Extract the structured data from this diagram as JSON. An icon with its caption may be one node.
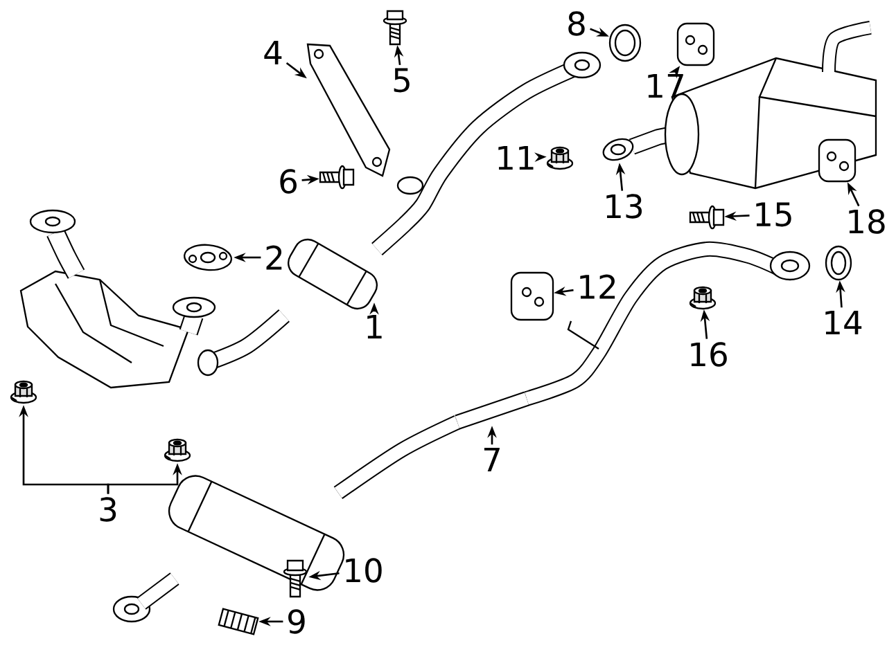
{
  "diagram": {
    "nodes": [
      {
        "text": [
          "1"
        ]
      },
      {
        "text": [
          "2"
        ]
      },
      {
        "text": [
          "3"
        ]
      },
      {
        "text": [
          "4"
        ]
      },
      {
        "text": [
          "5"
        ]
      },
      {
        "text": [
          "6"
        ]
      },
      {
        "text": [
          "7"
        ]
      },
      {
        "text": [
          "8"
        ]
      },
      {
        "text": [
          "9"
        ]
      },
      {
        "text": [
          "10"
        ]
      },
      {
        "text": [
          "11"
        ]
      },
      {
        "text": [
          "12"
        ]
      },
      {
        "text": [
          "13"
        ]
      },
      {
        "text": [
          "14"
        ]
      },
      {
        "text": [
          "15"
        ]
      },
      {
        "text": [
          "16"
        ]
      },
      {
        "text": [
          "17"
        ]
      },
      {
        "text": [
          "18"
        ]
      },
      {
        "text": [],
        "shape": "picture"
      },
      {
        "text": [],
        "shape": "picture"
      },
      {
        "text": [],
        "shape": "picture"
      },
      {
        "text": [],
        "shape": "picture"
      },
      {
        "text": [],
        "shape": "picture"
      },
      {
        "text": [],
        "shape": "picture"
      },
      {
        "text": [],
        "shape": "picture"
      },
      {
        "text": [],
        "shape": "picture"
      },
      {
        "text": [],
        "shape": "picture"
      },
      {
        "text": [],
        "shape": "picture"
      },
      {
        "text": [],
        "shape": "picture"
      },
      {
        "text": [],
        "shape": "picture"
      },
      {
        "text": [],
        "shape": "picture"
      },
      {
        "text": [],
        "shape": "picture"
      },
      {
        "text": [],
        "shape": "picture"
      },
      {
        "text": [],
        "shape": "picture"
      },
      {
        "text": [],
        "shape": "picture"
      },
      {
        "text": [],
        "shape": "picture"
      },
      {
        "text": [],
        "shape": "picture"
      }
    ],
    "edges": [
      {
        "from": 0,
        "to": 18,
        "arrow": "to"
      },
      {
        "from": 1,
        "to": 19,
        "arrow": "to"
      },
      {
        "from": 2,
        "to": 20,
        "arrow": "to"
      },
      {
        "from": 2,
        "to": 21,
        "arrow": "to"
      },
      {
        "from": 3,
        "to": 22,
        "arrow": "to"
      },
      {
        "from": 4,
        "to": 23,
        "arrow": "to"
      },
      {
        "from": 5,
        "to": 24,
        "arrow": "to"
      },
      {
        "from": 6,
        "to": 25,
        "arrow": "to"
      },
      {
        "from": 7,
        "to": 26,
        "arrow": "to"
      },
      {
        "from": 8,
        "to": 27,
        "arrow": "to"
      },
      {
        "from": 9,
        "to": 28,
        "arrow": "to"
      },
      {
        "from": 10,
        "to": 29,
        "arrow": "to"
      },
      {
        "from": 11,
        "to": 30,
        "arrow": "to"
      },
      {
        "from": 12,
        "to": 31,
        "arrow": "to"
      },
      {
        "from": 13,
        "to": 32,
        "arrow": "to"
      },
      {
        "from": 14,
        "to": 33,
        "arrow": "to"
      },
      {
        "from": 15,
        "to": 34,
        "arrow": "to"
      },
      {
        "from": 16,
        "to": 35,
        "arrow": "to"
      },
      {
        "from": 17,
        "to": 36,
        "arrow": "to"
      }
    ]
  }
}
